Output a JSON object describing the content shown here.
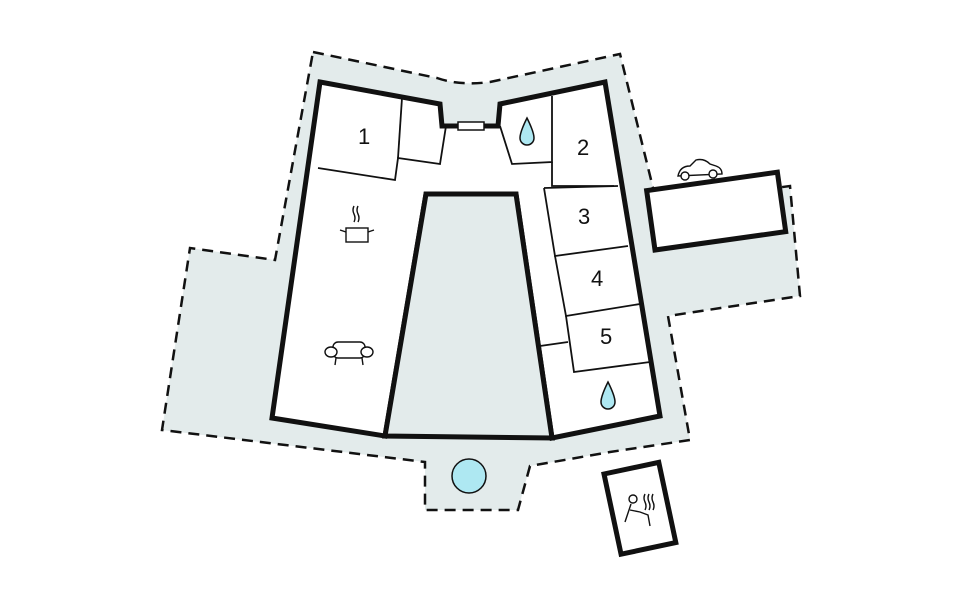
{
  "floorplan": {
    "colors": {
      "terrace": "#e3ebeb",
      "wall": "#111111",
      "room": "#ffffff",
      "water": "#aee8f2"
    },
    "rooms": [
      {
        "id": "bedroom-1",
        "label": "1"
      },
      {
        "id": "bedroom-2",
        "label": "2"
      },
      {
        "id": "bedroom-3",
        "label": "3"
      },
      {
        "id": "bedroom-4",
        "label": "4"
      },
      {
        "id": "bedroom-5",
        "label": "5"
      }
    ],
    "icons": [
      "kitchen-pot-icon",
      "sofa-icon",
      "bathroom-drop-icon",
      "bathroom-drop-icon",
      "car-icon",
      "pool-icon",
      "sauna-icon"
    ]
  }
}
